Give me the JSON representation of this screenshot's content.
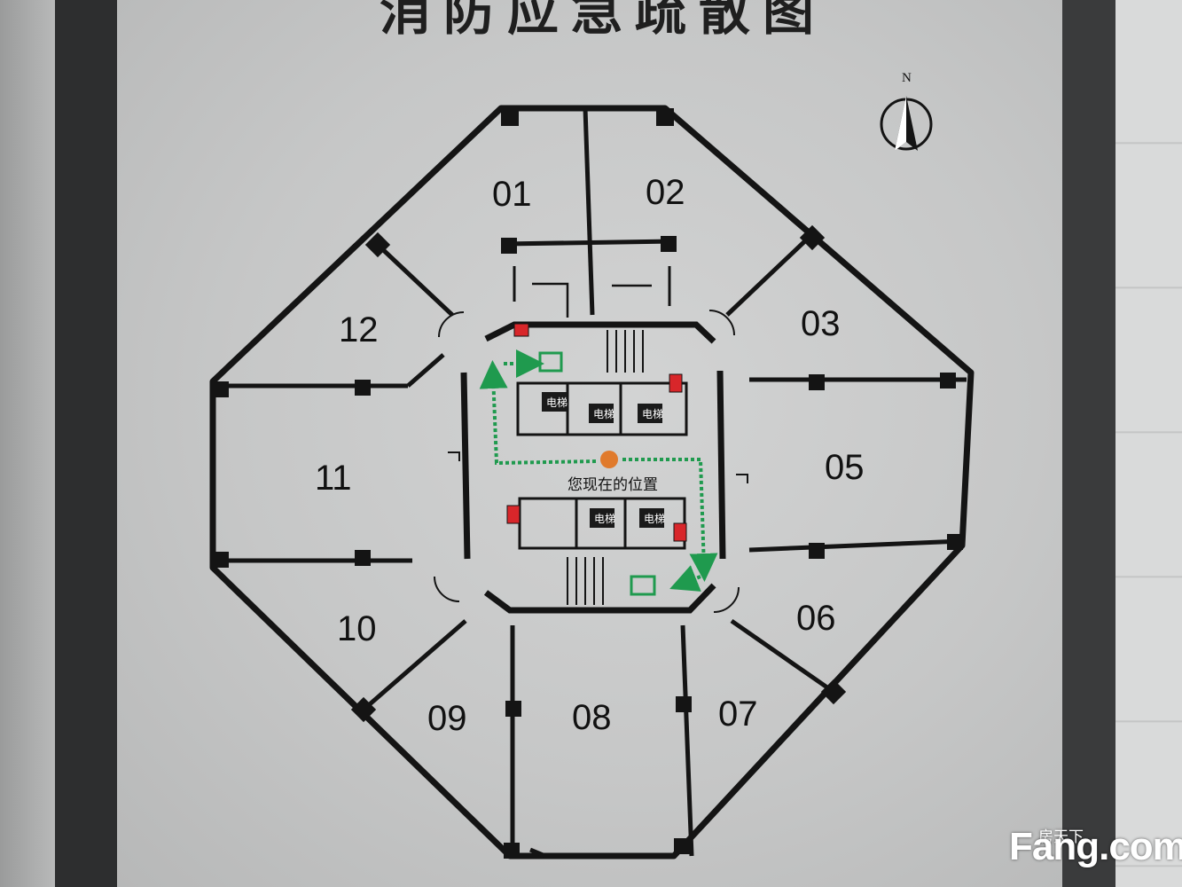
{
  "sign": {
    "title": "消防应急疏散图",
    "north_label": "N",
    "you_are_here": "您现在的位置",
    "elevator_label": "电梯"
  },
  "rooms": [
    "01",
    "02",
    "03",
    "05",
    "06",
    "07",
    "08",
    "09",
    "10",
    "11",
    "12"
  ],
  "colors": {
    "route": "#1f9a4e",
    "walls": "#141414",
    "you_are_here_marker": "#e07a2c",
    "hydrant": "#d8262a"
  },
  "watermark": {
    "brand": "Fang.com",
    "brand_cn": "房天下"
  }
}
